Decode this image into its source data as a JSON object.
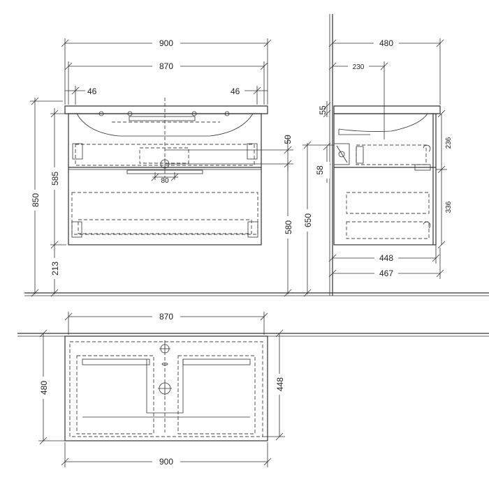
{
  "dimensions": {
    "front": {
      "overall_width": "900",
      "basin_width": "870",
      "edge_left": "46",
      "edge_right": "46",
      "total_height": "850",
      "cabinet_height": "585",
      "floor_gap": "213",
      "drain_spacing": "80",
      "top_offset": "50",
      "drain_height": "580",
      "pipe_height": "650"
    },
    "side": {
      "overall_depth": "480",
      "tap_distance": "230",
      "basin_rim": "55",
      "drawer_front": "58",
      "upper_drawer": "236",
      "lower_drawer": "336",
      "inner_depth": "448",
      "outer_depth": "467"
    },
    "top": {
      "basin_width": "870",
      "overall_width": "900",
      "overall_depth": "480",
      "inner_depth": "448"
    }
  }
}
